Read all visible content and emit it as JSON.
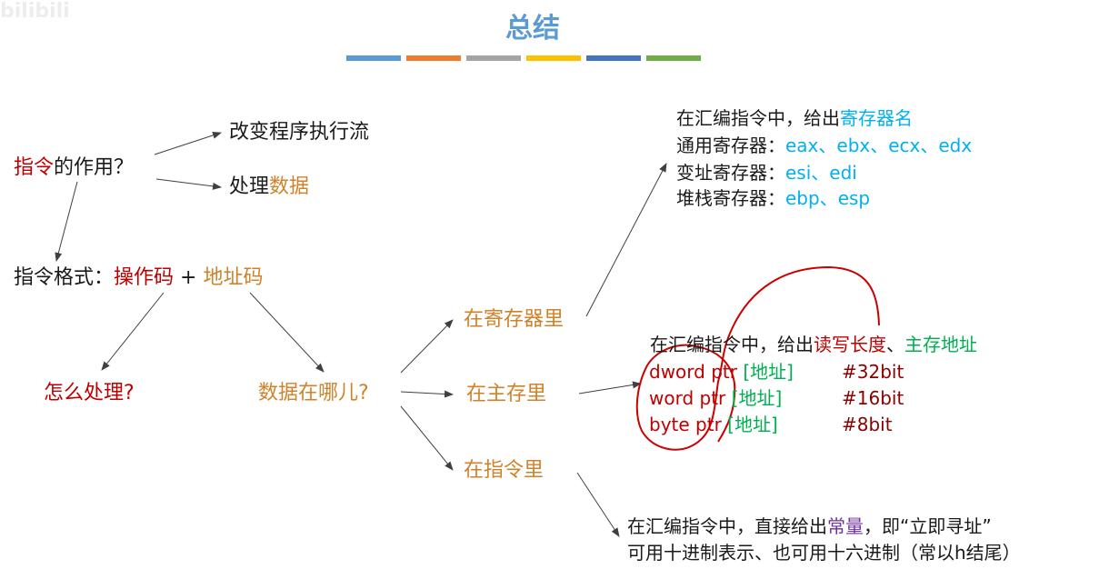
{
  "watermark": "bilibili",
  "title": "总结",
  "colors": {
    "title": "#5b9bd5",
    "bars": [
      "#5b9bd5",
      "#ed7d31",
      "#a5a5a5",
      "#ffc000",
      "#4472c4",
      "#70ad47"
    ],
    "red": "#c00000",
    "orange": "#d0822a",
    "cyan": "#00b0f0",
    "green": "#00b050"
  },
  "q1": {
    "a": "指令",
    "b": "的作用？"
  },
  "effect1": "改变程序执行流",
  "effect2": {
    "a": "处理",
    "b": "数据"
  },
  "format": {
    "a": "指令格式：",
    "b": "操作码",
    "plus": " + ",
    "c": "地址码"
  },
  "how": "怎么处理?",
  "where": "数据在哪儿?",
  "loc_reg": "在寄存器里",
  "loc_mem": "在主存里",
  "loc_imm": "在指令里",
  "reg": {
    "l1a": "在汇编指令中，给出",
    "l1b": "寄存器名",
    "l2a": "通用寄存器：",
    "l2b": "eax、ebx、ecx、edx",
    "l3a": "变址寄存器：",
    "l3b": "esi、edi",
    "l4a": "堆栈寄存器：",
    "l4b": "ebp、esp"
  },
  "mem": {
    "l1a": "在汇编指令中，给出",
    "l1b": "读写长度",
    "l1c": "、",
    "l1d": "主存地址",
    "rows": [
      {
        "ptr": "dword ptr",
        "addr": "[地址]",
        "bits": "#32bit"
      },
      {
        "ptr": "word ptr",
        "addr": "[地址]",
        "bits": "#16bit"
      },
      {
        "ptr": "byte ptr",
        "addr": "[地址]",
        "bits": "#8bit"
      }
    ]
  },
  "imm": {
    "l1a": "在汇编指令中，直接给出",
    "l1b": "常量",
    "l1c": "，即“立即寻址”",
    "l2": "可用十进制表示、也可用十六进制（常以h结尾）"
  }
}
